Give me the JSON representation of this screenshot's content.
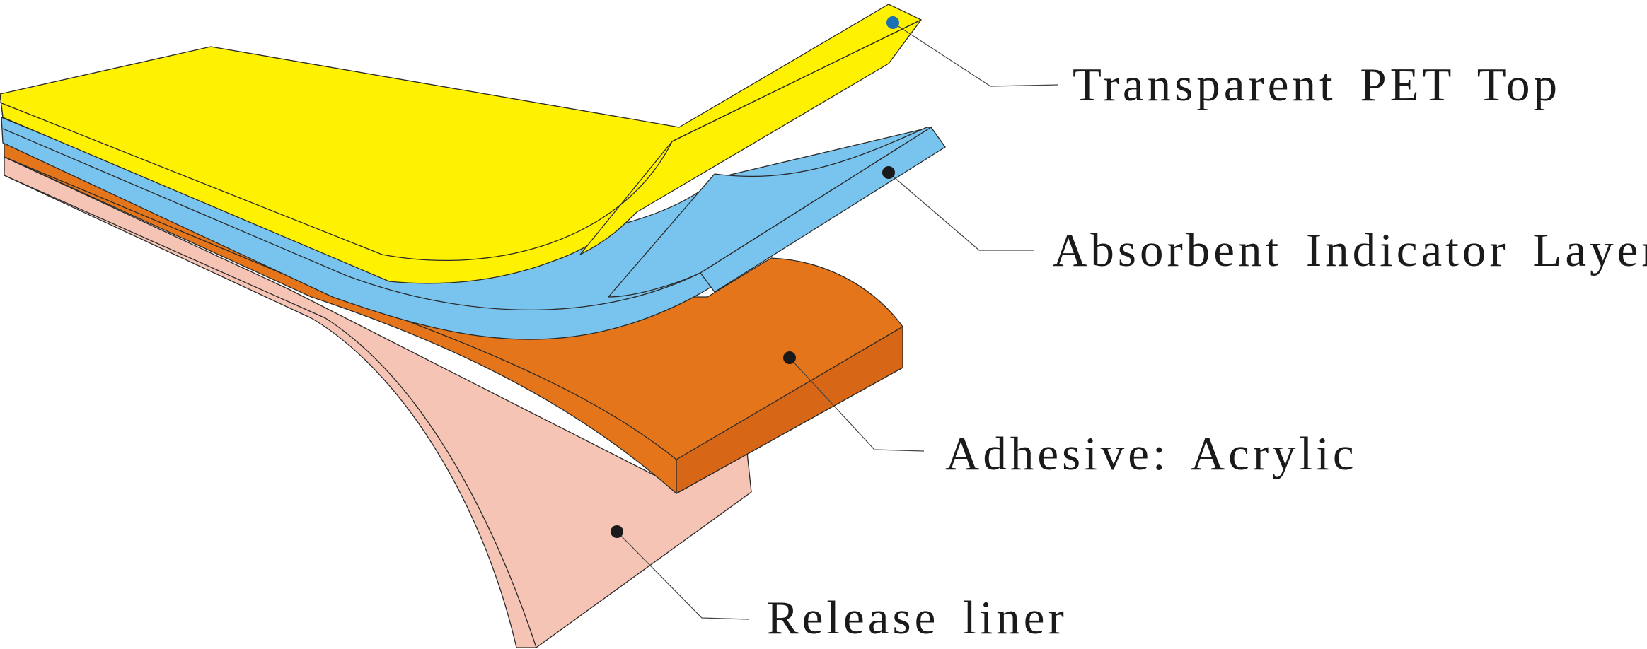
{
  "colors": {
    "pet_top": "#FFF200",
    "indicator": "#79C4EE",
    "adhesive": "#E5751A",
    "adhesive_side": "#D76616",
    "release_liner": "#F5C4B5",
    "pointer_dot": "#1a1a1a",
    "pointer_dot_top": "#1B6FB5"
  },
  "labels": {
    "pet_top": "Transparent PET Top",
    "indicator": "Absorbent Indicator Layer",
    "adhesive": "Adhesive: Acrylic",
    "release_liner": "Release liner"
  }
}
